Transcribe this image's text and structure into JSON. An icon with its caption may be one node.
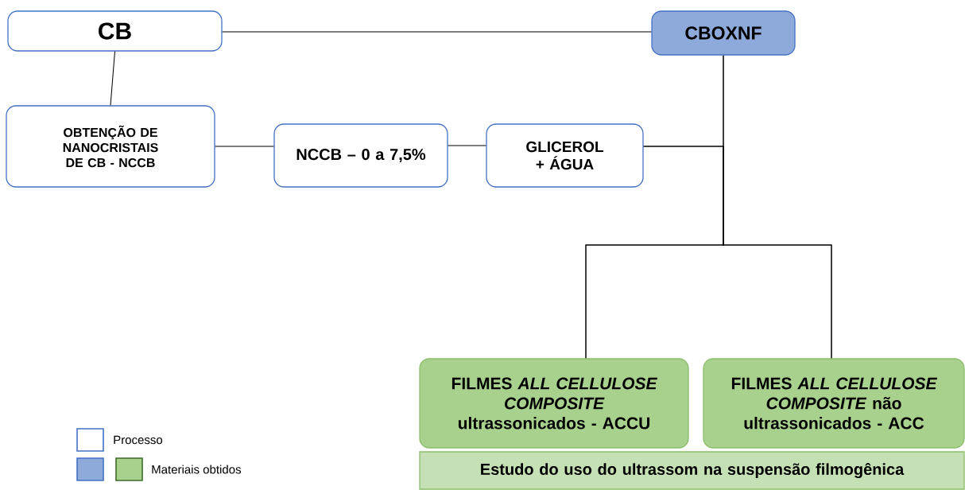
{
  "diagram": {
    "nodes": [
      {
        "text": [
          "CB"
        ]
      },
      {
        "text": [
          "CBOXNF"
        ]
      },
      {
        "text": [
          "OBTENÇÃO DE NANOCRISTAIS DE CB - NCCB"
        ]
      },
      {
        "text": [
          "NCCB – 0 a 7,5%"
        ]
      },
      {
        "text": [
          "GLICEROL + ÁGUA"
        ]
      },
      {
        "text": [
          "FILMES *ALL CELLULOSE COMPOSITE* ultrassonicados - ACCU"
        ]
      },
      {
        "text": [
          "FILMES *ALL CELLULOSE COMPOSITE*  não ultrassonicados - ACC"
        ]
      },
      {
        "text": [
          "Estudo do uso do ultrassom na suspensão filmogênica"
        ]
      }
    ],
    "edges": [
      {
        "from": 0,
        "to": 1,
        "arrow": "none"
      },
      {
        "from": 0,
        "to": 2,
        "arrow": "none"
      },
      {
        "from": 2,
        "to": 3,
        "arrow": "none"
      },
      {
        "from": 3,
        "to": 4,
        "arrow": "none"
      },
      {
        "from": 1,
        "to": 5,
        "arrow": "none"
      },
      {
        "from": 1,
        "to": 6,
        "arrow": "none"
      },
      {
        "from": 4,
        "to": 5,
        "arrow": "none"
      },
      {
        "from": 4,
        "to": 6,
        "arrow": "none"
      }
    ],
    "legend": [
      {
        "text": "Processo"
      },
      {
        "text": "Materiais obtidos",
        "color": "#8eaadb"
      }
    ]
  }
}
